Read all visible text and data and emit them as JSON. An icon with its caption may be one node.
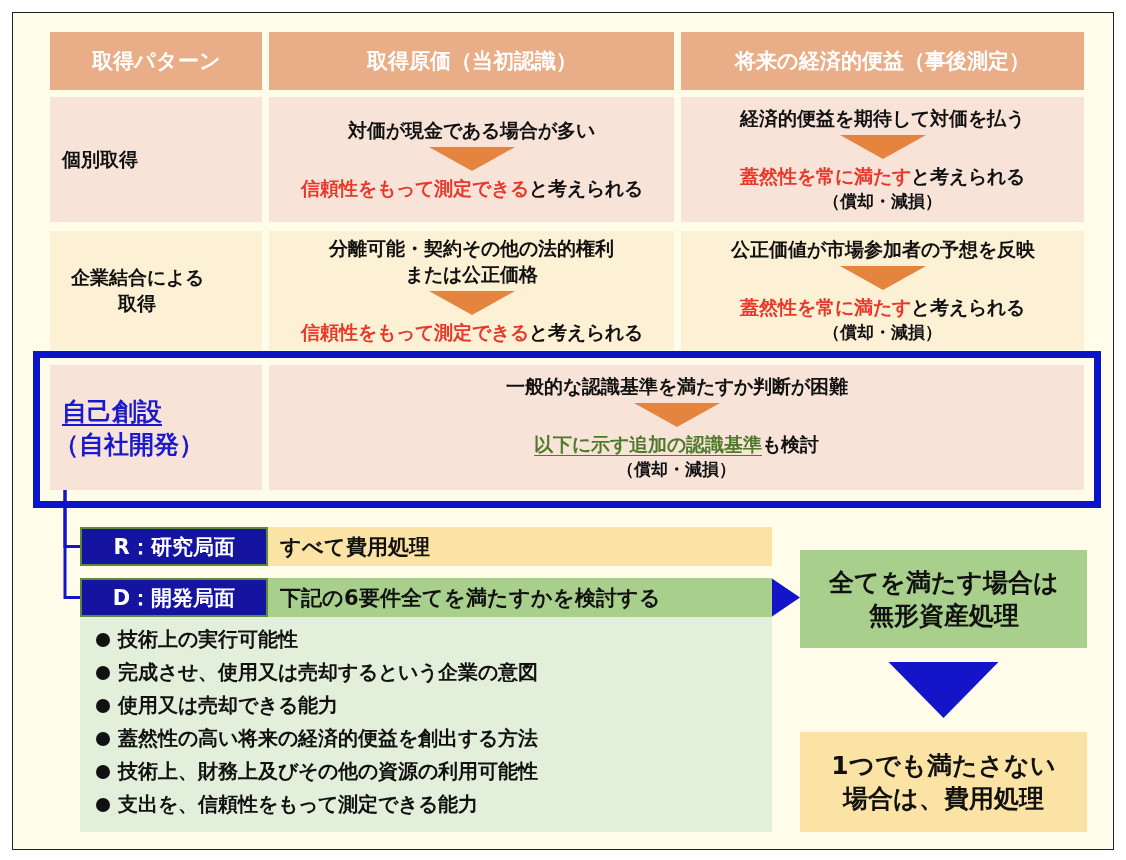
{
  "diagram": {
    "nodes": [
      {
        "text": [
          "取得パターン"
        ]
      },
      {
        "text": [
          "取得原価（当初認識）"
        ]
      },
      {
        "text": [
          "将来の経済的便益（事後測定）"
        ]
      },
      {
        "text": [
          "個別取得"
        ]
      },
      {
        "text": [
          "対価が現金である場合が多い",
          "信頼性をもって測定できる",
          "と考えられる"
        ]
      },
      {
        "text": [
          "経済的便益を期待して対価を払う",
          "蓋然性を常に満たす",
          "と考えられる",
          "（償却・減損）"
        ]
      },
      {
        "text": [
          "企業結合による取得"
        ]
      },
      {
        "text": [
          "分離可能・契約その他の法的権利または公正価格",
          "信頼性をもって測定できる",
          "と考えられる"
        ]
      },
      {
        "text": [
          "公正価値が市場参加者の予想を反映",
          "蓋然性を常に満たす",
          "と考えられる",
          "（償却・減損）"
        ]
      },
      {
        "text": [],
        "shape": "box"
      },
      {
        "text": [
          "自己創設",
          "（自社開発）"
        ],
        "in": 9
      },
      {
        "text": [
          "一般的な認識基準を満たすか判断が困難",
          "以下に示す追加の認識基準",
          "も検討",
          "（償却・減損）"
        ],
        "in": 9
      },
      {
        "text": [
          "R：研究局面"
        ]
      },
      {
        "text": [
          "すべて費用処理"
        ]
      },
      {
        "text": [
          "D：開発局面"
        ]
      },
      {
        "text": [
          "下記の6要件全てを満たすかを検討する"
        ]
      },
      {
        "text": [
          "技術上の実行可能性",
          "完成させ、使用又は売却するという企業の意図",
          "使用又は売却できる能力",
          "蓋然性の高い将来の経済的便益を創出する方法",
          "技術上、財務上及びその他の資源の利用可能性",
          "支出を、信頼性をもって測定できる能力"
        ]
      },
      {
        "text": [
          "全てを満たす場合は無形資産処理"
        ]
      },
      {
        "text": [
          "1つでも満たさない場合は、費用処理"
        ]
      }
    ],
    "edges": [
      {
        "from": 10,
        "to": 12,
        "arrow": "none"
      },
      {
        "from": 10,
        "to": 14,
        "arrow": "none"
      },
      {
        "from": 15,
        "to": 17,
        "arrow": "to"
      },
      {
        "from": 17,
        "to": 18,
        "arrow": "to"
      }
    ]
  }
}
